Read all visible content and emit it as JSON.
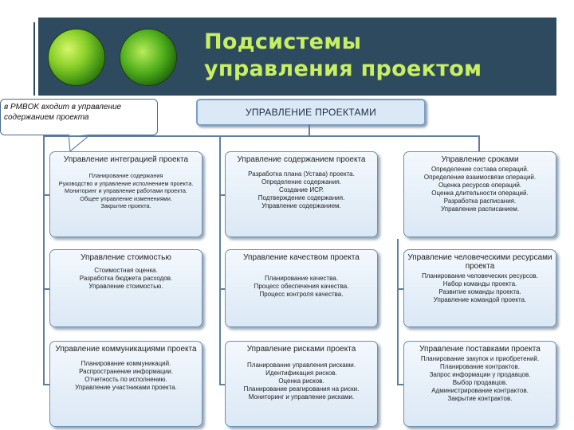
{
  "header": {
    "title_line1": "Подсистемы",
    "title_line2": "управления проектом"
  },
  "pmbok_note": "в PMBOK входит в управление содержанием проекта",
  "main_box": "УПРАВЛЕНИЕ ПРОЕКТАМИ",
  "boxes": [
    {
      "title": "Управление интеграцией проекта",
      "details": [
        "Планирование содержания",
        "Руководство и управление исполнением проекта.",
        "Мониторинг и управление работами проекта.",
        "Общее управление изменениями.",
        "Закрытие проекта."
      ]
    },
    {
      "title": "Управление содержанием проекта",
      "details": [
        "Разработка плана (Устава) проекта.",
        "Определение содержания.",
        "Создание ИСР.",
        "Подтверждение содержания.",
        "Управление содержанием."
      ]
    },
    {
      "title": "Управление сроками",
      "details": [
        "Определение состава операций.",
        "Определение взаимосвязи операций.",
        "Оценка ресурсов операций.",
        "Оценка длительности операций.",
        "Разработка расписания.",
        "Управление расписанием."
      ]
    },
    {
      "title": "Управление стоимостью",
      "details": [
        "Стоимостная оценка.",
        "Разработка бюджета расходов.",
        "Управление стоимостью."
      ]
    },
    {
      "title": "Управление качеством проекта",
      "details": [
        "Планирование качества.",
        "Процесс обеспечения качества.",
        "Процесс контроля качества."
      ]
    },
    {
      "title": "Управление человеческими ресурсами проекта",
      "details": [
        "Планирование человеческих ресурсов.",
        "Набор команды проекта.",
        "Развитие команды проекта.",
        "Управление командой проекта."
      ]
    },
    {
      "title": "Управление коммуникациями проекта",
      "details": [
        "Планирование коммуникаций.",
        "Распространение информации.",
        "Отчетность по исполнению.",
        "Управление участниками проекта."
      ]
    },
    {
      "title": "Управление рисками проекта",
      "details": [
        "Планирование управления рисками.",
        "Идентификация рисков.",
        "Оценка рисков.",
        "Планирование реагирования на риски.",
        "Мониторинг и управление рисками."
      ]
    },
    {
      "title": "Управление поставками проекта",
      "details": [
        "Планирование закупок и приобретений.",
        "Планирование контрактов.",
        "Запрос информации у продавцов.",
        "Выбор продавцов.",
        "Администрирование контрактов.",
        "Закрытие контрактов."
      ]
    }
  ]
}
